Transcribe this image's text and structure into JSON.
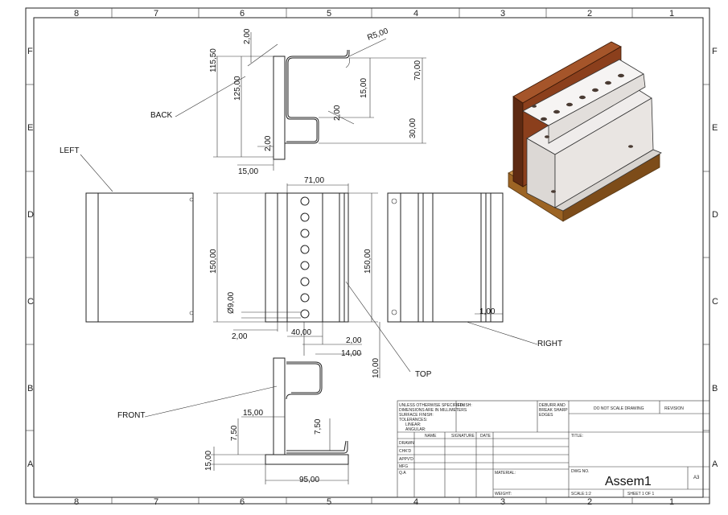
{
  "zones": {
    "cols": [
      "8",
      "7",
      "6",
      "5",
      "4",
      "3",
      "2",
      "1"
    ],
    "rows": [
      "F",
      "E",
      "D",
      "C",
      "B",
      "A"
    ]
  },
  "views": {
    "back": "BACK",
    "left": "LEFT",
    "top": "TOP",
    "right": "RIGHT",
    "front": "FRONT"
  },
  "dims": {
    "d_115_50": "115,50",
    "d_125_00": "125,00",
    "d_2_00_top": "2,00",
    "d_r5": "R5,00",
    "d_70_00": "70,00",
    "d_15_00_side": "15,00",
    "d_2_00_mid": "2,00",
    "d_30_00": "30,00",
    "d_2_00_low": "2,00",
    "d_15_00_base": "15,00",
    "d_71_00": "71,00",
    "d_150_00_left": "150,00",
    "d_150_00_right": "150,00",
    "d_dia9": "Ø9,00",
    "d_2_00_bot": "2,00",
    "d_40_00": "40,00",
    "d_2_00_r": "2,00",
    "d_14_00": "14,00",
    "d_10_00": "10,00",
    "d_1_00": "1,00",
    "d_15_00_front": "15,00",
    "d_7_50_a": "7,50",
    "d_7_50_b": "7,50",
    "d_15_00_fb": "15,00",
    "d_95_00": "95,00"
  },
  "title_block": {
    "unless": "UNLESS OTHERWISE SPECIFIED:",
    "dims_mm": "DIMENSIONS ARE IN MILLIMETERS",
    "surface": "SURFACE FINISH:",
    "tolerances": "TOLERANCES:",
    "linear": "LINEAR:",
    "angular": "ANGULAR:",
    "finish": "FINISH:",
    "deburr_1": "DEBURR AND",
    "deburr_2": "BREAK SHARP",
    "deburr_3": "EDGES",
    "do_not_scale": "DO NOT SCALE DRAWING",
    "revision": "REVISION",
    "name": "NAME",
    "signature": "SIGNATURE",
    "date": "DATE",
    "title": "TITLE:",
    "drawn": "DRAWN",
    "chkd": "CHK'D",
    "appvd": "APPV'D",
    "mfg": "MFG",
    "qa": "Q.A",
    "material": "MATERIAL:",
    "dwg_no": "DWG NO.",
    "drawing_name": "Assem1",
    "size": "A3",
    "weight": "WEIGHT:",
    "scale": "SCALE:1:2",
    "sheet": "SHEET 1 OF 1"
  },
  "colors": {
    "wood": "#8b3f1c",
    "wood_dark": "#5e2a12",
    "base": "#b07a3a",
    "metal": "#e8e6e4",
    "line": "#222222"
  }
}
